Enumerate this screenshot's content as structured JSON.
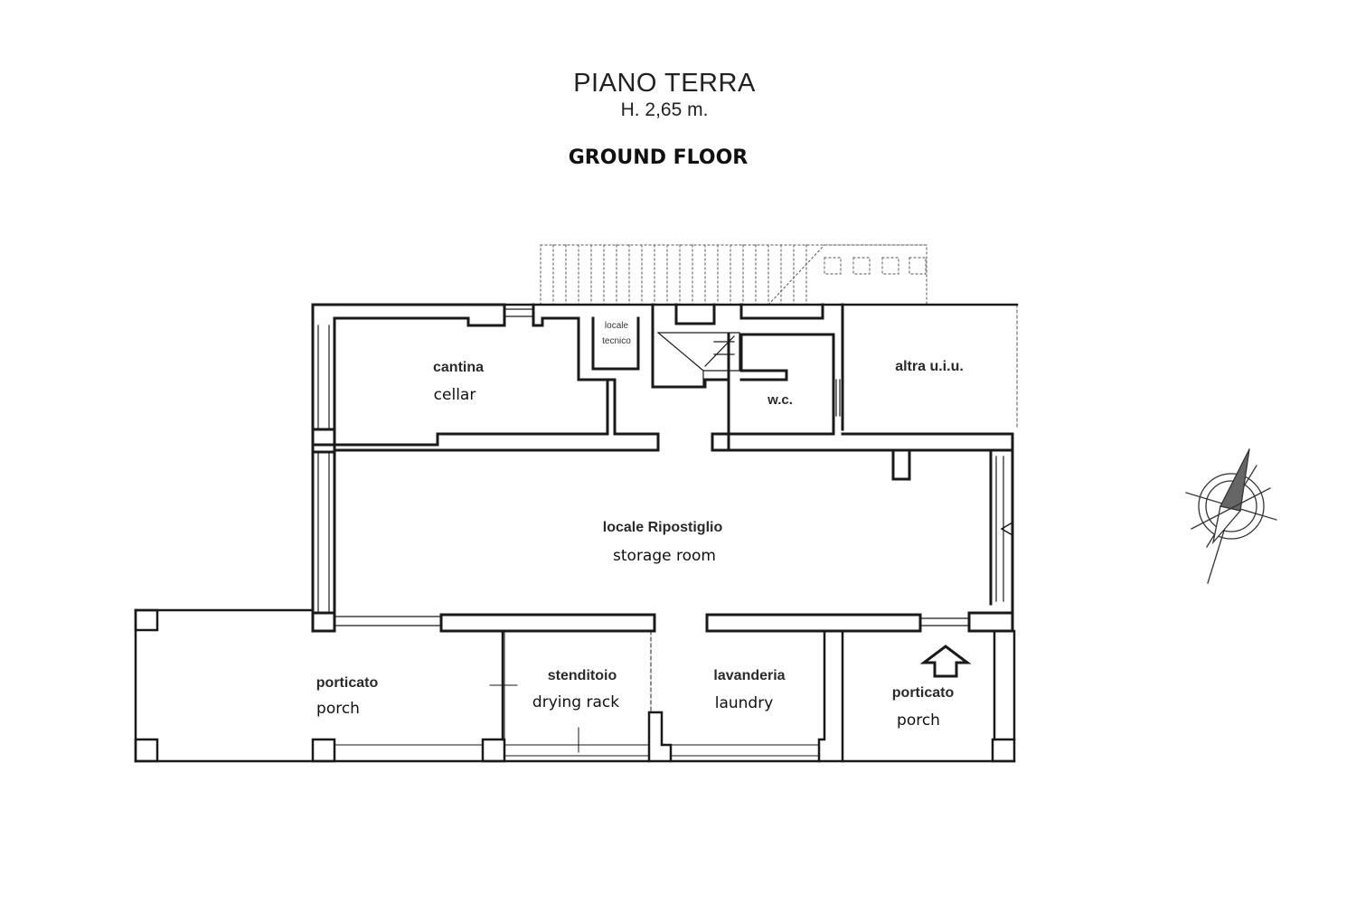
{
  "header": {
    "title": "PIANO TERRA",
    "height": "H. 2,65 m.",
    "subtitle": "GROUND FLOOR"
  },
  "rooms": {
    "cantina": "cantina",
    "cellar": "cellar",
    "locale_tecnico_1": "locale",
    "locale_tecnico_2": "tecnico",
    "wc": "w.c.",
    "altra_uiu": "altra u.i.u.",
    "ripostiglio": "locale Ripostiglio",
    "storage_room": "storage room",
    "porticato_left": "porticato",
    "porch_left": "porch",
    "stenditoio": "stenditoio",
    "drying_rack": "drying rack",
    "lavanderia": "lavanderia",
    "laundry": "laundry",
    "porticato_right": "porticato",
    "porch_right": "porch"
  },
  "icons": {
    "entrance": "up-arrow-icon",
    "compass": "north-arrow-icon"
  },
  "colors": {
    "ink": "#1a1a1a",
    "paper": "#ffffff"
  }
}
